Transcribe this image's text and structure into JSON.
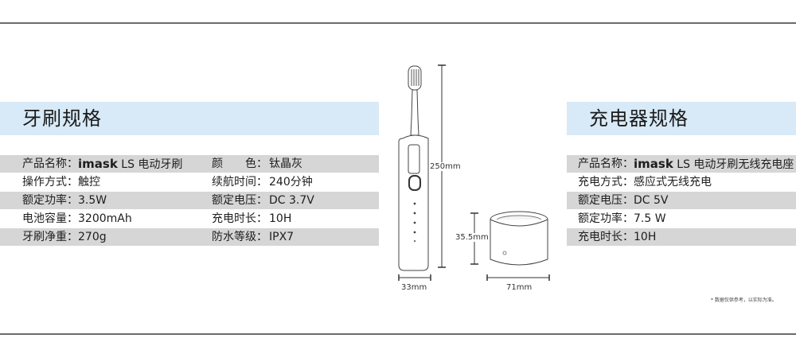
{
  "brush": {
    "title": "牙刷规格",
    "rows": [
      {
        "k1": "产品名称：",
        "brand": "imask",
        "v1": " LS 电动牙刷",
        "k2": "颜　　色：",
        "v2": "钛晶灰"
      },
      {
        "k1": "操作方式：",
        "v1": "触控",
        "k2": "续航时间：",
        "v2": "240分钟"
      },
      {
        "k1": "额定功率：",
        "v1": "3.5W",
        "k2": "额定电压：",
        "v2": "DC 3.7V"
      },
      {
        "k1": "电池容量：",
        "v1": "3200mAh",
        "k2": "充电时长：",
        "v2": "10H"
      },
      {
        "k1": "牙刷净重：",
        "v1": "270g",
        "k2": "防水等级：",
        "v2": "IPX7"
      }
    ]
  },
  "charger": {
    "title": "充电器规格",
    "rows": [
      {
        "k": "产品名称：",
        "brand": "imask",
        "v": " LS 电动牙刷无线充电座"
      },
      {
        "k": "充电方式：",
        "v": "感应式无线充电"
      },
      {
        "k": "额定电压：",
        "v": "DC 5V"
      },
      {
        "k": "额定功率：",
        "v": "7.5 W"
      },
      {
        "k": "充电时长：",
        "v": "10H"
      }
    ]
  },
  "dimensions": {
    "brush_height": "250mm",
    "brush_width": "33mm",
    "charger_height": "35.5mm",
    "charger_width": "71mm"
  },
  "footnote": "* 数据仅供参考，以实际为准。",
  "colors": {
    "title_band": "#d8eaf7",
    "row_shade": "#d6d6d6",
    "rule": "#6b6b6b"
  }
}
